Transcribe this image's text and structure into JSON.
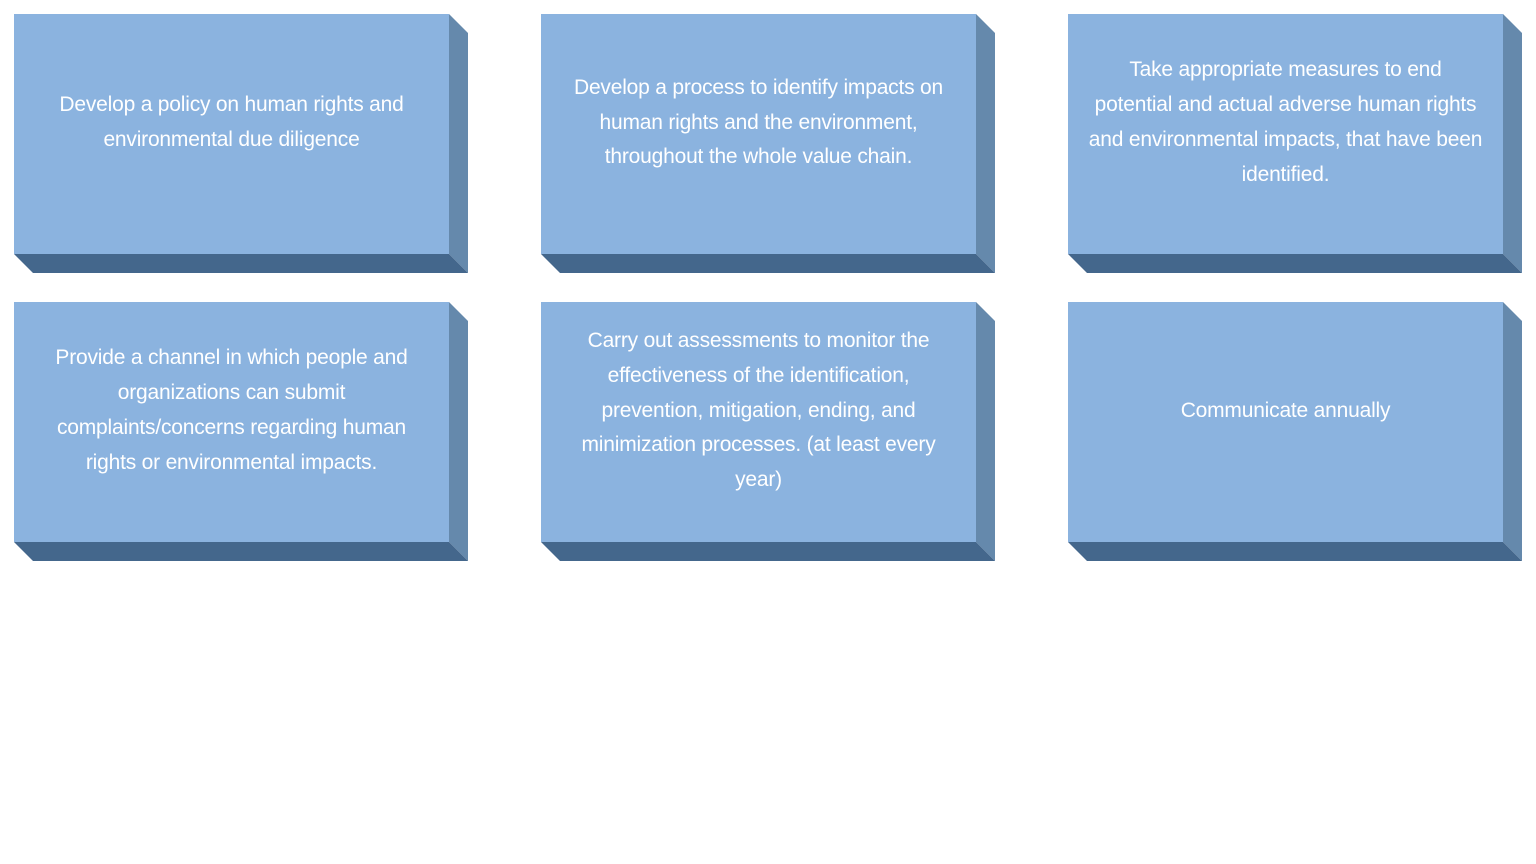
{
  "colors": {
    "box_face": "#8BB3DF",
    "box_side_right": "#6589AC",
    "box_side_bottom": "#44678C",
    "box_text": "#FFFFFF",
    "page_background": "#FFFFFF"
  },
  "diagram": {
    "boxes": [
      {
        "id": "policy",
        "label": "Develop a policy on human rights and environmental due diligence"
      },
      {
        "id": "identify",
        "label": "Develop a process to identify impacts on human rights and the environment, throughout the whole value chain."
      },
      {
        "id": "measures",
        "label": "Take appropriate measures to end potential and actual adverse human rights and environmental impacts, that have been identified."
      },
      {
        "id": "channel",
        "label": "Provide a channel in which people and organizations can submit complaints/concerns regarding human rights or environmental impacts."
      },
      {
        "id": "assessments",
        "label": "Carry out assessments to monitor the effectiveness of the identification, prevention, mitigation, ending, and minimization processes. (at least every year)"
      },
      {
        "id": "communicate",
        "label": "Communicate annually"
      }
    ]
  }
}
